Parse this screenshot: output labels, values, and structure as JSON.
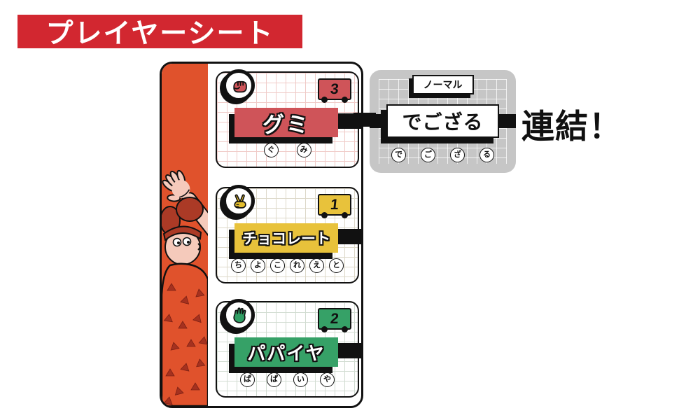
{
  "title": {
    "label": "プレイヤーシート",
    "bg": "#d22730",
    "fg": "#ffffff"
  },
  "annotation": {
    "label": "連結！"
  },
  "colors": {
    "title_bg": "#d22730",
    "sidebar_orange": "#e0522c",
    "slot_red": "#cf5459",
    "slot_yellow": "#e8c23b",
    "slot_green": "#36a167",
    "suffix_gray": "#c6c6c6",
    "outline_black": "#111111",
    "skin": "#f5cabb",
    "hood_dark_red": "#ab3a26"
  },
  "sheet": {
    "slots": [
      {
        "word": "グミ",
        "kana": [
          "ぐ",
          "み"
        ],
        "car_number": "3",
        "hand": "rock",
        "color": "#cf5459"
      },
      {
        "word": "チョコレート",
        "kana": [
          "ち",
          "よ",
          "こ",
          "れ",
          "え",
          "と"
        ],
        "car_number": "1",
        "hand": "scissors",
        "color": "#e8c23b"
      },
      {
        "word": "パパイヤ",
        "kana": [
          "ぱ",
          "ぱ",
          "い",
          "や"
        ],
        "car_number": "2",
        "hand": "paper",
        "color": "#36a167"
      }
    ]
  },
  "suffix_card": {
    "tag": "ノーマル",
    "word": "でござる",
    "kana": [
      "で",
      "ご",
      "ざ",
      "る"
    ]
  }
}
